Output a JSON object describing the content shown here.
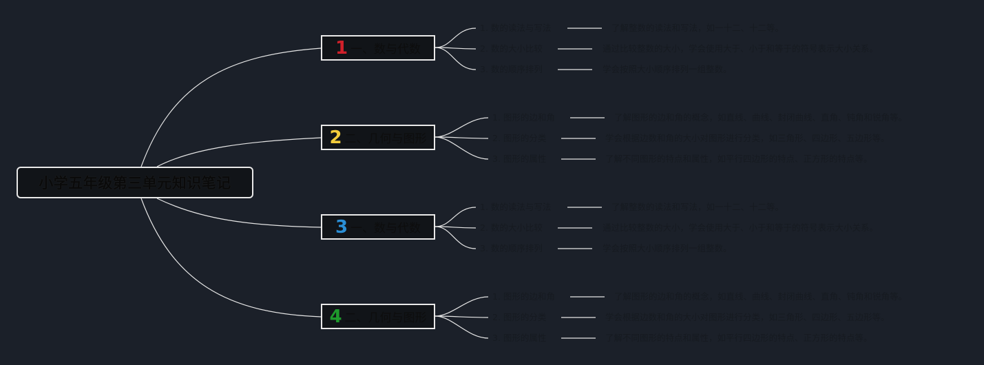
{
  "root": {
    "title": "小学五年级第三单元知识笔记"
  },
  "branches": [
    {
      "number": "1",
      "number_color": "#d0202a",
      "label": "一、数与代数",
      "items": [
        {
          "label": "1. 数的读法与写法",
          "desc": "了解整数的读法和写法，如一十二、十二等。"
        },
        {
          "label": "2. 数的大小比较",
          "desc": "通过比较整数的大小，学会使用大于、小于和等于的符号表示大小关系。"
        },
        {
          "label": "3. 数的顺序排列",
          "desc": "学会按照大小顺序排列一组整数。"
        }
      ]
    },
    {
      "number": "2",
      "number_color": "#f2cc3c",
      "label": "二、几何与图形",
      "items": [
        {
          "label": "1. 图形的边和角",
          "desc": "了解图形的边和角的概念，如直线、曲线、封闭曲线、直角、钝角和锐角等。"
        },
        {
          "label": "2. 图形的分类",
          "desc": "学会根据边数和角的大小对图形进行分类，如三角形、四边形、五边形等。"
        },
        {
          "label": "3. 图形的属性",
          "desc": "了解不同图形的特点和属性，如平行四边形的特点、正方形的特点等。"
        }
      ]
    },
    {
      "number": "3",
      "number_color": "#2a8fd6",
      "label": "一、数与代数",
      "items": [
        {
          "label": "1. 数的读法与写法",
          "desc": "了解整数的读法和写法，如一十二、十二等。"
        },
        {
          "label": "2. 数的大小比较",
          "desc": "通过比较整数的大小，学会使用大于、小于和等于的符号表示大小关系。"
        },
        {
          "label": "3. 数的顺序排列",
          "desc": "学会按照大小顺序排列一组整数。"
        }
      ]
    },
    {
      "number": "4",
      "number_color": "#1e9a2c",
      "label": "二、几何与图形",
      "items": [
        {
          "label": "1. 图形的边和角",
          "desc": "了解图形的边和角的概念，如直线、曲线、封闭曲线、直角、钝角和锐角等。"
        },
        {
          "label": "2. 图形的分类",
          "desc": "学会根据边数和角的大小对图形进行分类，如三角形、四边形、五边形等。"
        },
        {
          "label": "3. 图形的属性",
          "desc": "了解不同图形的特点和属性，如平行四边形的特点、正方形的特点等。"
        }
      ]
    }
  ],
  "colors": {
    "background": "#1b2029",
    "line": "#e6e6e6",
    "node_fill": "#111418"
  }
}
